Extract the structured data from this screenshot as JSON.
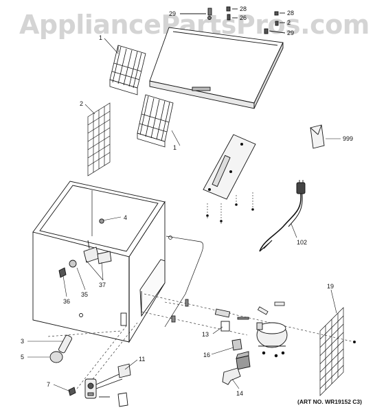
{
  "watermark": "AppliancePartsPros.com",
  "art_number": "(ART NO. WR19152 C3)",
  "callouts": {
    "basket_top": "1",
    "basket_mid": "1",
    "grille_left": "2",
    "drain_cap": "4",
    "leader_3": "3",
    "leader_5": "5",
    "leader_7": "7",
    "leader_11": "11",
    "leader_13": "13",
    "leader_14": "14",
    "leader_16": "16",
    "leader_19": "19",
    "leader_28a": "28",
    "leader_26a": "26",
    "leader_29a": "29",
    "leader_28b": "28",
    "leader_2b": "2",
    "leader_29b": "29",
    "leader_35": "35",
    "leader_36": "36",
    "leader_37": "37",
    "leader_102": "102",
    "leader_999": "999"
  }
}
